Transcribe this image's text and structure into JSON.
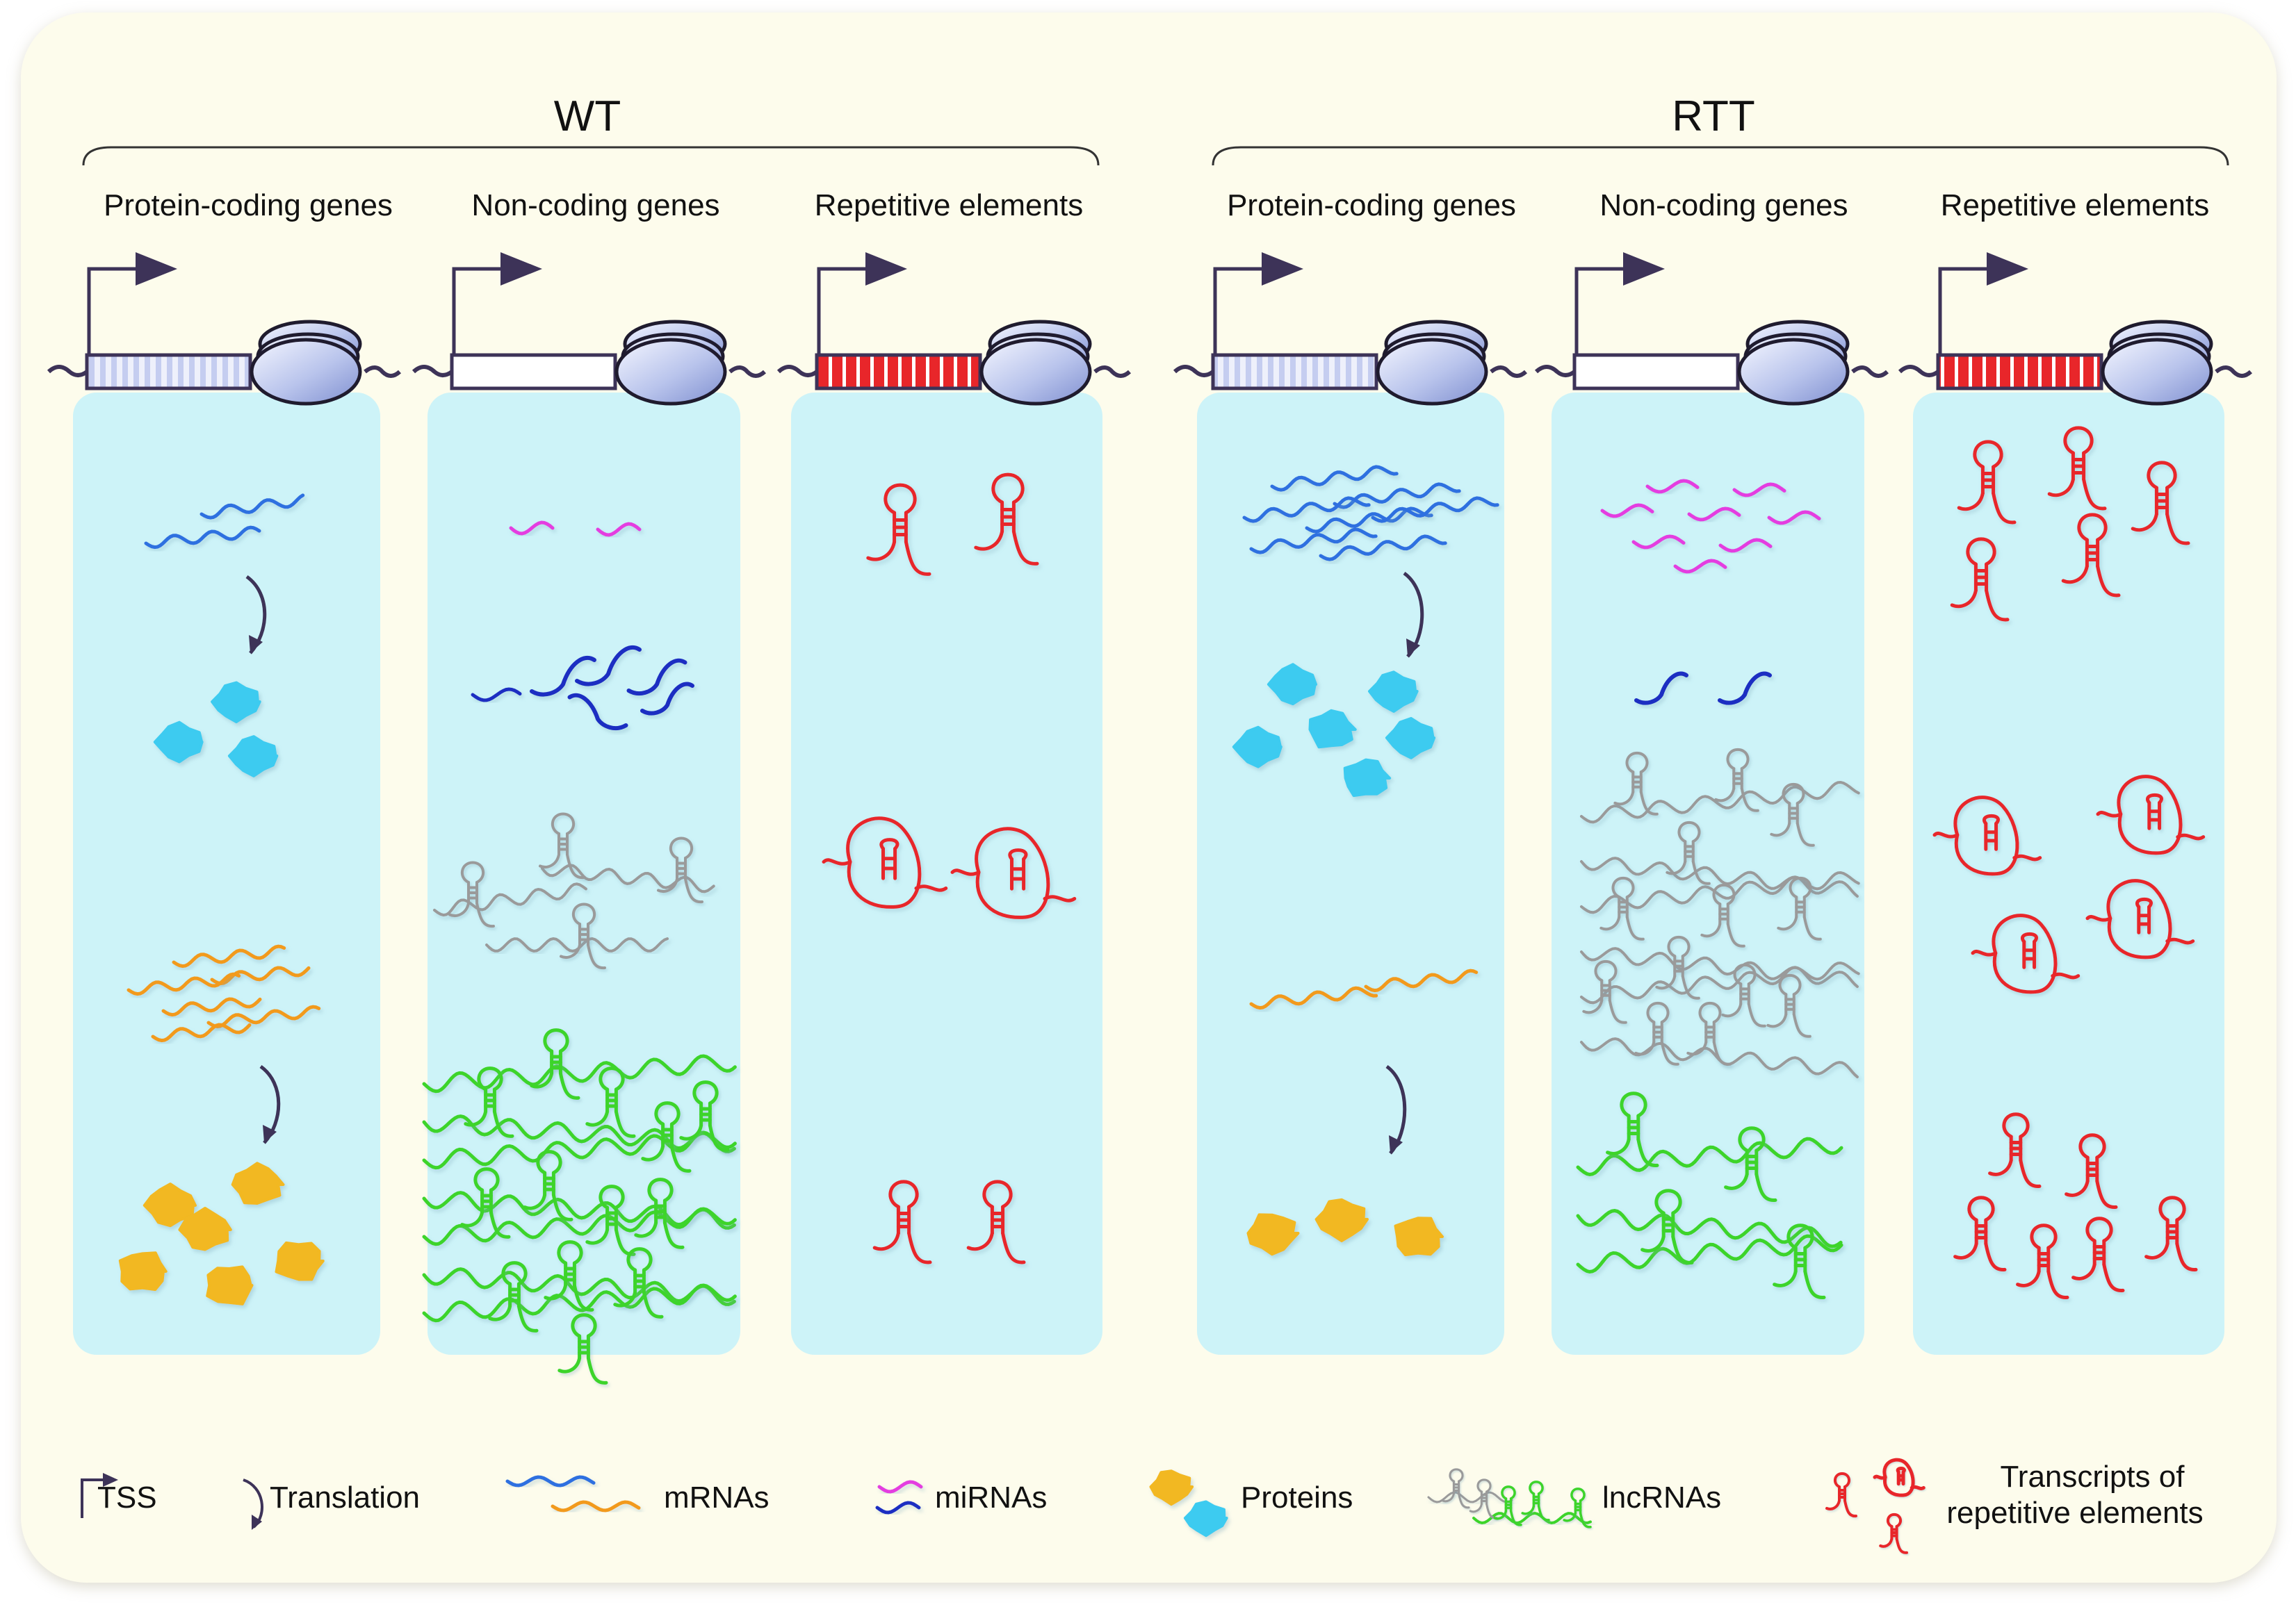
{
  "groups": [
    {
      "title": "WT",
      "columns": [
        "Protein-coding genes",
        "Non-coding genes",
        "Repetitive elements"
      ]
    },
    {
      "title": "RTT",
      "columns": [
        "Protein-coding genes",
        "Non-coding genes",
        "Repetitive elements"
      ]
    }
  ],
  "legend": {
    "tss": "TSS",
    "translation": "Translation",
    "mrnas": "mRNAs",
    "mirnas": "miRNAs",
    "proteins": "Proteins",
    "lncrnas": "lncRNAs",
    "repetitive_line1": "Transcripts of",
    "repetitive_line2": "repetitive elements"
  },
  "colors": {
    "background_panel": "#fdfcec",
    "column_fill": "#cdf3f8",
    "mrna_blue": "#2f6fe0",
    "mrna_orange": "#f29a1e",
    "mirna_magenta": "#e43de0",
    "mirna_navy": "#1b2fc2",
    "protein_cyan": "#3ccbf0",
    "protein_gold": "#f2b820",
    "lncrna_grey": "#9a9a9a",
    "lncrna_green": "#3dd42b",
    "repeat_red": "#e8262a",
    "dna_line": "#3d3358"
  }
}
